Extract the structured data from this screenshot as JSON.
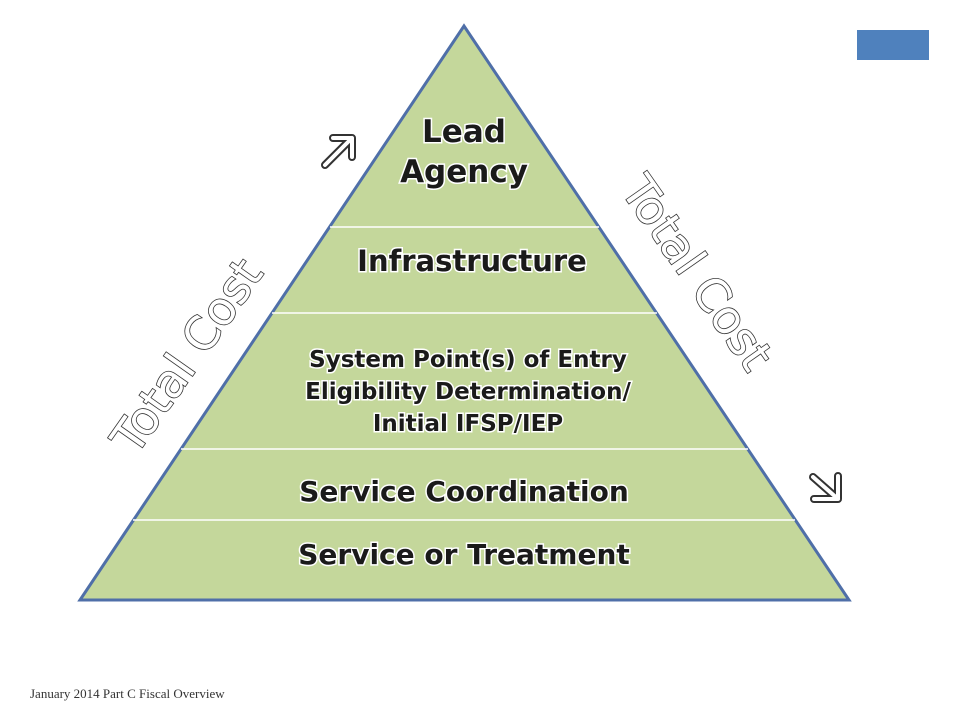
{
  "pyramid": {
    "tiers": [
      {
        "lines": [
          "Lead",
          "Agency"
        ]
      },
      {
        "lines": [
          "Infrastructure"
        ]
      },
      {
        "lines": [
          "System Point(s) of Entry",
          "Eligibility Determination/",
          "Initial IFSP/IEP"
        ]
      },
      {
        "lines": [
          "Service Coordination"
        ]
      },
      {
        "lines": [
          "Service or Treatment"
        ]
      }
    ]
  },
  "labels": {
    "left_total_cost": "Total Cost",
    "right_total_cost": "Total Cost"
  },
  "footer": {
    "text": "January 2014 Part C Fiscal Overview"
  },
  "colors": {
    "pyramid_fill": "#c4d79b",
    "pyramid_outline": "#4f6fa8",
    "tier_divider": "#ffffff",
    "accent_box": "#4f81bd"
  }
}
